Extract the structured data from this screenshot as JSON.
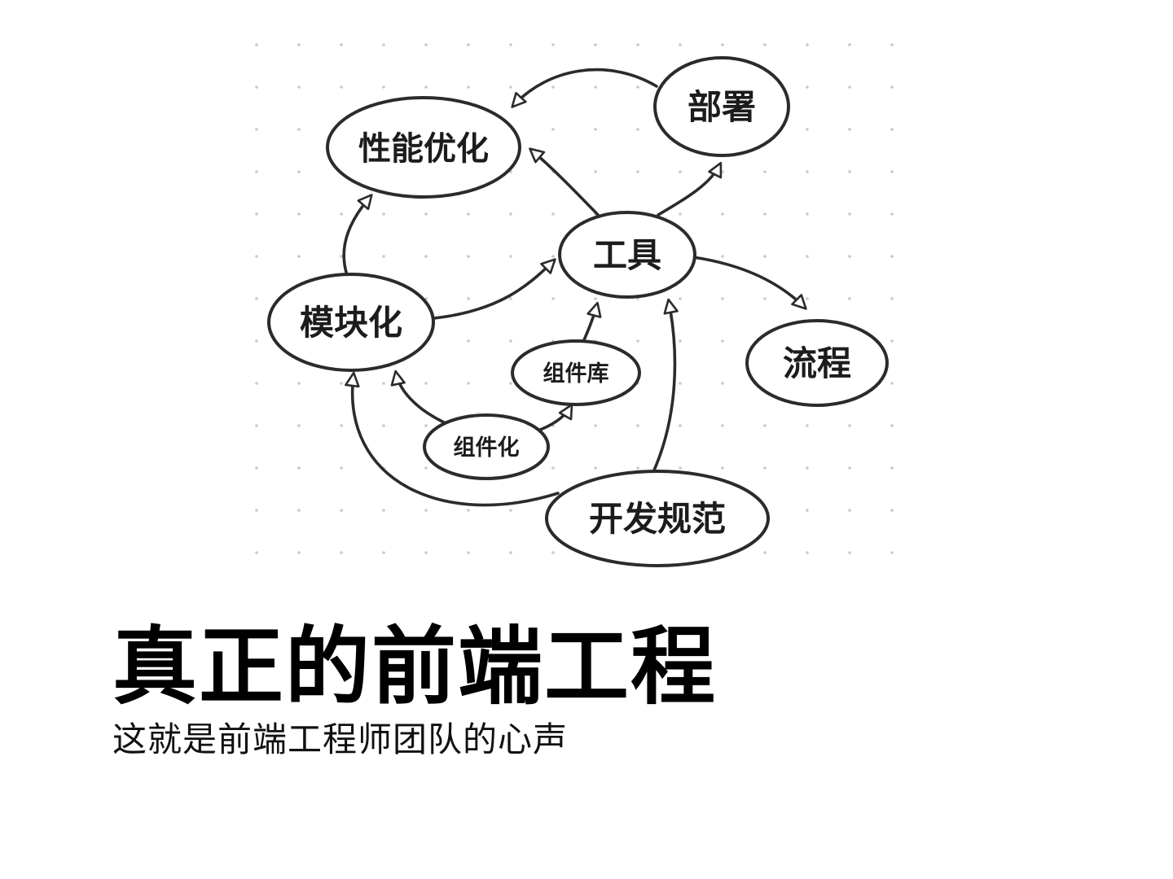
{
  "slide": {
    "title": "真正的前端工程",
    "subtitle": "这就是前端工程师团队的心声"
  },
  "colors": {
    "ink": "#2b2b2b",
    "background": "#ffffff",
    "grid_dot": "#c9c9c9"
  },
  "diagram": {
    "type": "mindmap",
    "nodes": [
      {
        "id": "performance",
        "label": "性能优化"
      },
      {
        "id": "deploy",
        "label": "部署"
      },
      {
        "id": "tools",
        "label": "工具"
      },
      {
        "id": "modular",
        "label": "模块化"
      },
      {
        "id": "component-lib",
        "label": "组件库"
      },
      {
        "id": "componentization",
        "label": "组件化"
      },
      {
        "id": "dev-standards",
        "label": "开发规范"
      },
      {
        "id": "process",
        "label": "流程"
      }
    ],
    "edges": [
      {
        "from": "deploy",
        "to": "performance"
      },
      {
        "from": "tools",
        "to": "performance"
      },
      {
        "from": "tools",
        "to": "deploy"
      },
      {
        "from": "modular",
        "to": "tools"
      },
      {
        "from": "modular",
        "to": "performance"
      },
      {
        "from": "componentization",
        "to": "modular"
      },
      {
        "from": "componentization",
        "to": "component-lib"
      },
      {
        "from": "component-lib",
        "to": "tools"
      },
      {
        "from": "dev-standards",
        "to": "tools"
      },
      {
        "from": "dev-standards",
        "to": "modular"
      },
      {
        "from": "tools",
        "to": "process"
      }
    ]
  }
}
